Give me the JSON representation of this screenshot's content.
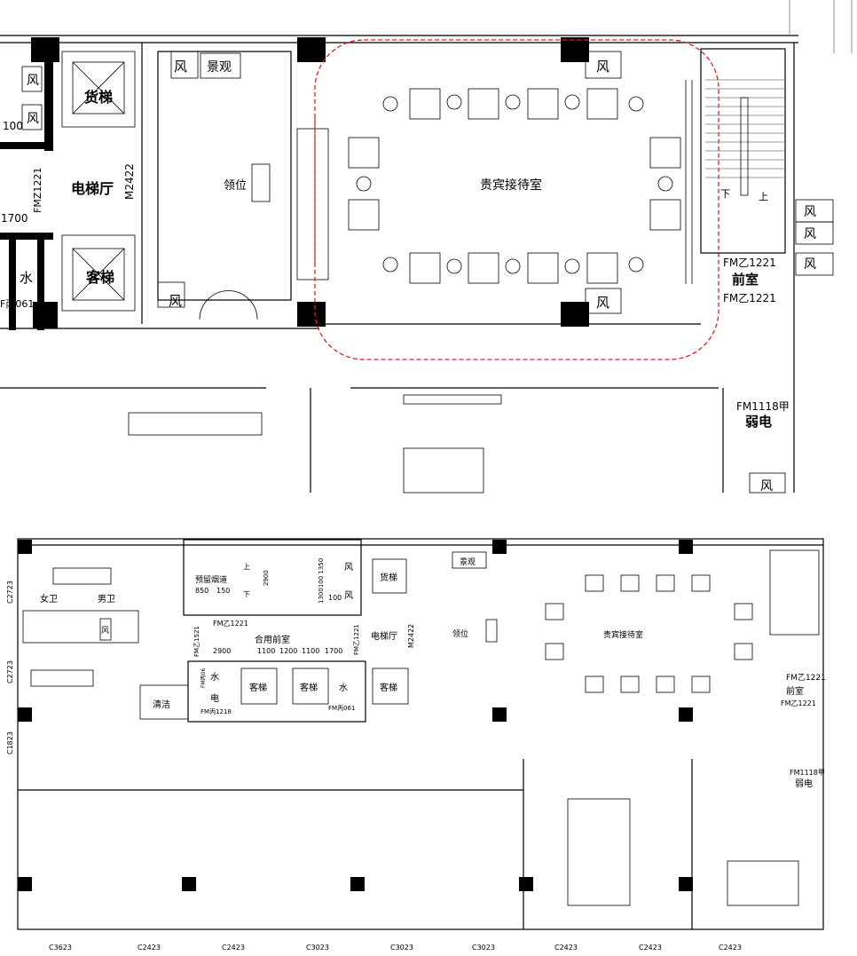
{
  "top_plan": {
    "labels": {
      "fan": "风",
      "landscape": "景观",
      "freight_elevator": "货梯",
      "elevator_hall": "电梯厅",
      "passenger_elevator": "客梯",
      "reception_desk": "领位",
      "vip_room": "贵宾接待室",
      "anteroom": "前室",
      "door_fm_1221": "FM乙1221",
      "door_fm_1221_b": "FM乙1221",
      "door_fm_1221_v": "FMZ1221",
      "door_fm1118": "FM1118甲",
      "weak_current": "弱电",
      "water": "水",
      "door_m2422": "M2422",
      "door_f061": "F丙061",
      "dim_100": "100",
      "dim_1700": "1700",
      "down": "下",
      "up": "上"
    },
    "highlight_color": "#e02020"
  },
  "bottom_plan": {
    "labels": {
      "womens_wc": "女卫",
      "mens_wc": "男卫",
      "fan": "风",
      "flue": "预留烟道",
      "dim_850": "850",
      "dim_150": "150",
      "dim_2900v": "2900",
      "dim_stair": "1300100 1350",
      "dim_100": "100",
      "up": "上",
      "down": "下",
      "door_fm_1221": "FM乙1221",
      "door_fm_1521": "FM乙1521",
      "shared_anteroom": "合用前室",
      "dims_row": [
        "2900",
        "1100",
        "1200",
        "1100",
        "1700"
      ],
      "door_fm_1221_v": "FM乙1221",
      "elevator_hall": "电梯厅",
      "door_m2422": "M2422",
      "freight_elevator": "货梯",
      "passenger_elevator": "客梯",
      "water": "水",
      "electric": "电",
      "door_fm06": "FM丙06",
      "door_fm1218": "FM丙1218",
      "door_fm061": "FM丙061",
      "cleaning": "清洁",
      "landscape": "景观",
      "reception_desk": "领位",
      "vip_room": "贵宾接待室",
      "anteroom": "前室",
      "door_fm_1221_a": "FM乙1221",
      "door_fm_1221_b": "FM乙1221",
      "door_fm1118": "FM1118甲",
      "weak_current": "弱电",
      "window_c2723": "C2723",
      "window_c2723_b": "C2723",
      "window_c1823": "C1823"
    },
    "windows_bottom": [
      "C3623",
      "C2423",
      "C2423",
      "C3023",
      "C3023",
      "C3023",
      "C2423",
      "C2423",
      "C2423"
    ]
  }
}
